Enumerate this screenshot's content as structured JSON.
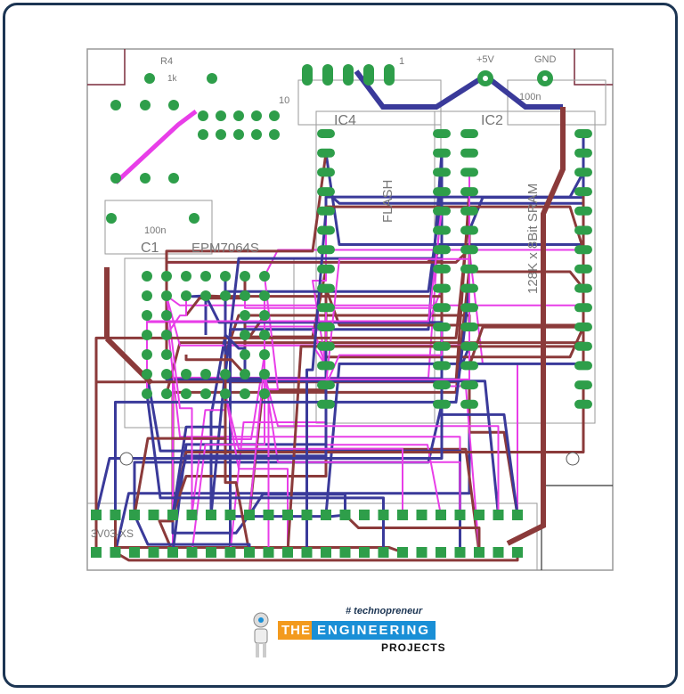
{
  "board": {
    "labels": {
      "r4": "R4",
      "r4_value": "1k",
      "header_pin_10": "10",
      "header_pin_1": "1",
      "power": "+5V",
      "ground": "GND",
      "ic4": "IC4",
      "ic2": "IC2",
      "cap_value_1": "100n",
      "cap_value_2": "100n",
      "c1": "C1",
      "flash": "FLASH",
      "sram": "128K x 8Bit SRAM",
      "cpld": "EPM7064S",
      "connector": "3V03-XS"
    },
    "colors": {
      "top_trace": "#8b3a3a",
      "bottom_trace": "#3a3a9a",
      "wire": "#e83ee8",
      "pad": "#2e9e4a",
      "outline": "#9a9a9a",
      "frame": "#1c3553"
    }
  },
  "logo": {
    "tagline": "# technopreneur",
    "the": "THE",
    "engineering": "ENGINEERING",
    "projects": "PROJECTS"
  }
}
